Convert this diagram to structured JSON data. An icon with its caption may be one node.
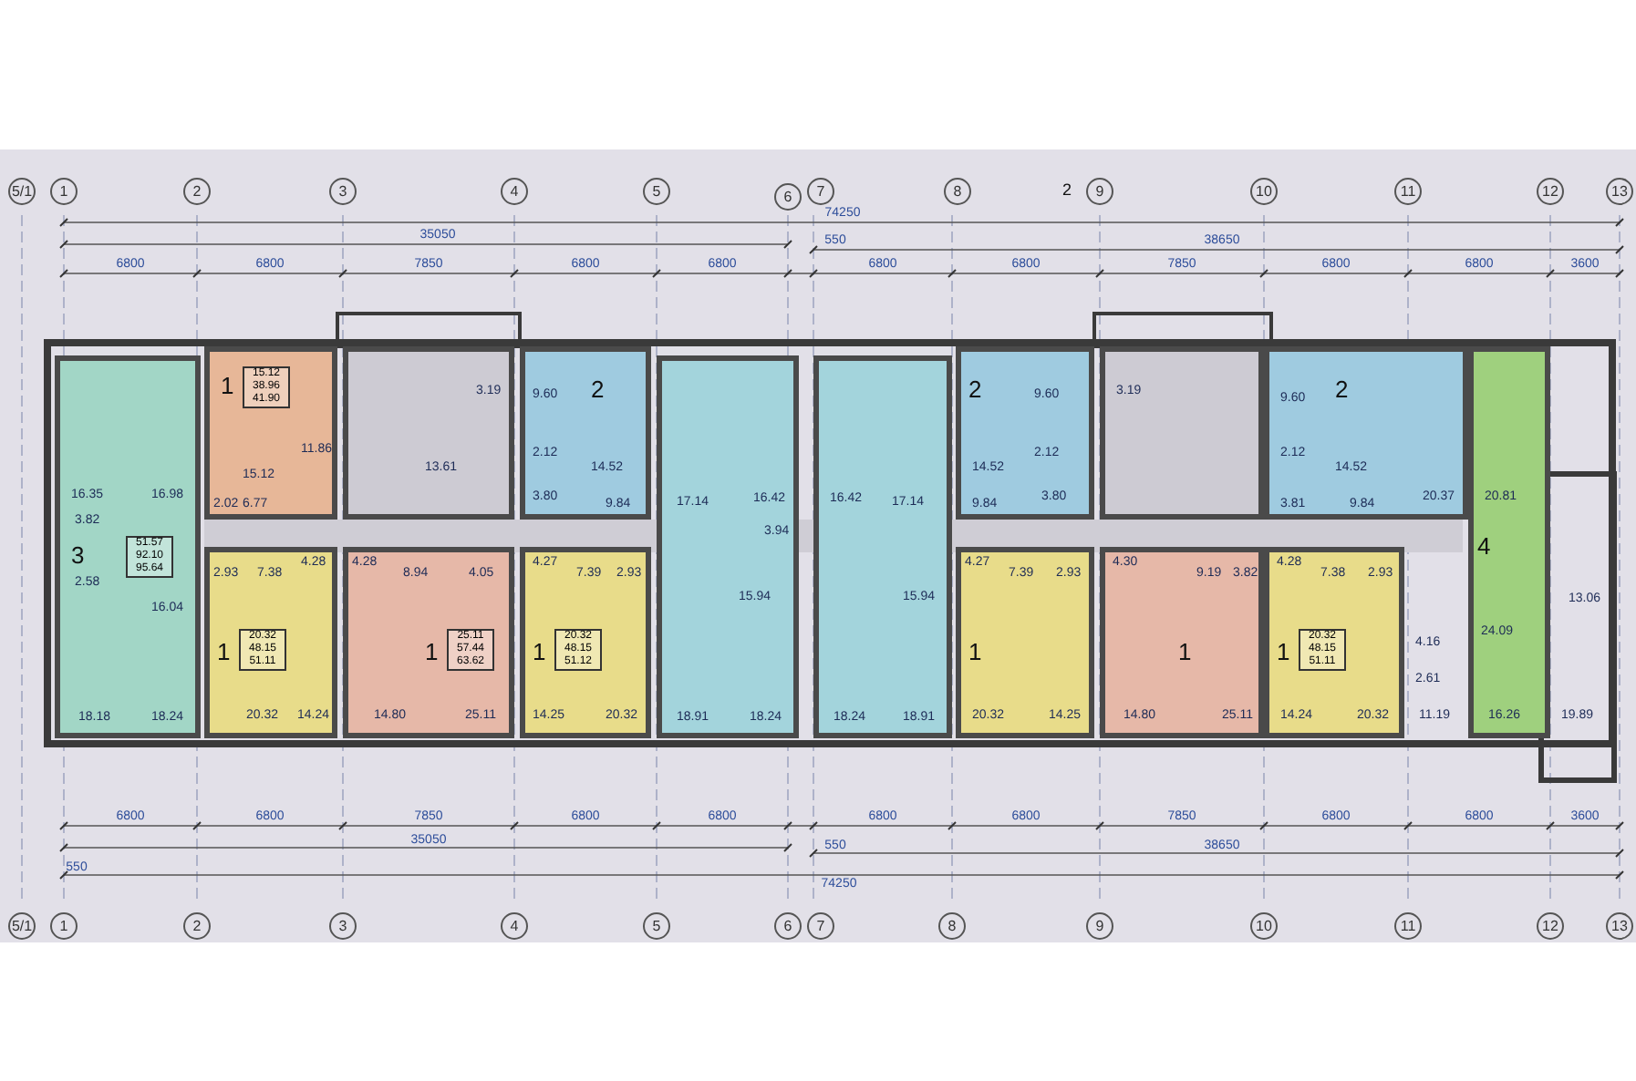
{
  "diagram": {
    "nodes": [
      {
        "text": [
          "3",
          "51.57 92.10 95.64",
          "16.35",
          "16.98",
          "3.82",
          "2.58",
          "16.04",
          "18.18",
          "18.24"
        ]
      },
      {
        "text": [
          "1",
          "15.12 38.96 41.90",
          "15.12",
          "11.86",
          "2.02",
          "6.77"
        ]
      },
      {
        "text": [
          "13.61",
          "3.19"
        ]
      },
      {
        "text": [
          "2",
          "9.60",
          "14.52",
          "2.12",
          "3.80",
          "9.84"
        ]
      },
      {
        "text": [
          "17.14",
          "16.42",
          "3.94",
          "15.94",
          "18.91",
          "18.24"
        ]
      },
      {
        "text": [
          "16.42",
          "17.14",
          "15.94",
          "18.24",
          "18.91"
        ]
      },
      {
        "text": [
          "2",
          "9.60",
          "14.52",
          "2.12",
          "9.84",
          "3.80"
        ]
      },
      {
        "text": [
          "3.19"
        ]
      },
      {
        "text": [
          "2",
          "9.60",
          "14.52",
          "2.12",
          "3.81",
          "9.84",
          "20.37"
        ]
      },
      {
        "text": [
          "4",
          "24.09",
          "20.81",
          "13.06",
          "4.16",
          "2.61",
          "11.19",
          "16.26",
          "19.89"
        ]
      },
      {
        "text": [
          "1",
          "20.32 48.15 51.11",
          "2.93",
          "7.38",
          "4.28",
          "20.32",
          "14.24"
        ]
      },
      {
        "text": [
          "1",
          "25.11 57.44 63.62",
          "4.28",
          "8.94",
          "4.05",
          "14.80",
          "25.11"
        ]
      },
      {
        "text": [
          "1",
          "20.32 48.15 51.12",
          "4.27",
          "7.39",
          "2.93",
          "14.25",
          "20.32"
        ]
      },
      {
        "text": [
          "1",
          "4.27",
          "7.39",
          "2.93",
          "20.32",
          "14.25"
        ]
      },
      {
        "text": [
          "1",
          "4.30",
          "9.19",
          "3.82",
          "14.80",
          "25.11"
        ]
      },
      {
        "text": [
          "1",
          "20.32 48.15 51.11",
          "4.28",
          "7.38",
          "2.93",
          "14.24",
          "20.32"
        ]
      }
    ],
    "labels": [
      "5/1",
      "1",
      "2",
      "3",
      "4",
      "5",
      "6",
      "7",
      "8",
      "2",
      "9",
      "10",
      "11",
      "12",
      "13",
      "74250",
      "35050",
      "550",
      "38650",
      "6800",
      "6800",
      "7850",
      "6800",
      "6800",
      "6800",
      "6800",
      "7850",
      "6800",
      "6800",
      "3600",
      "6800",
      "6800",
      "7850",
      "6800",
      "6800",
      "6800",
      "6800",
      "7850",
      "6800",
      "6800",
      "3600",
      "35050",
      "550",
      "38650",
      "550",
      "74250",
      "5/1",
      "1",
      "2",
      "3",
      "4",
      "5",
      "6",
      "7",
      "8",
      "9",
      "10",
      "11",
      "12",
      "13"
    ]
  }
}
